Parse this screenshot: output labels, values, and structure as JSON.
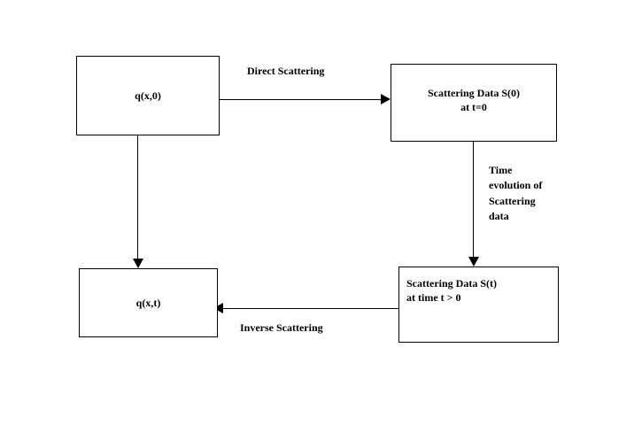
{
  "diagram": {
    "title": "Inverse Scattering Transform commutative diagram",
    "background_color": "#ffffff",
    "stroke_color": "#000000",
    "nodes": [
      {
        "id": "q0",
        "label": "q(x,0)"
      },
      {
        "id": "s0",
        "label": "Scattering Data  S(0)\nat t=0"
      },
      {
        "id": "qt",
        "label": "q(x,t)"
      },
      {
        "id": "st",
        "label": "Scattering Data S(t)\nat time t > 0"
      }
    ],
    "edges": [
      {
        "id": "direct",
        "label": "Direct Scattering",
        "from": "q0",
        "to": "s0",
        "direction": "right"
      },
      {
        "id": "time",
        "label": "Time\nevolution of\nScattering\ndata",
        "from": "s0",
        "to": "st",
        "direction": "down"
      },
      {
        "id": "inverse",
        "label": "Inverse Scattering",
        "from": "st",
        "to": "qt",
        "direction": "left"
      },
      {
        "id": "forward",
        "label": "",
        "from": "q0",
        "to": "qt",
        "direction": "down"
      }
    ]
  }
}
